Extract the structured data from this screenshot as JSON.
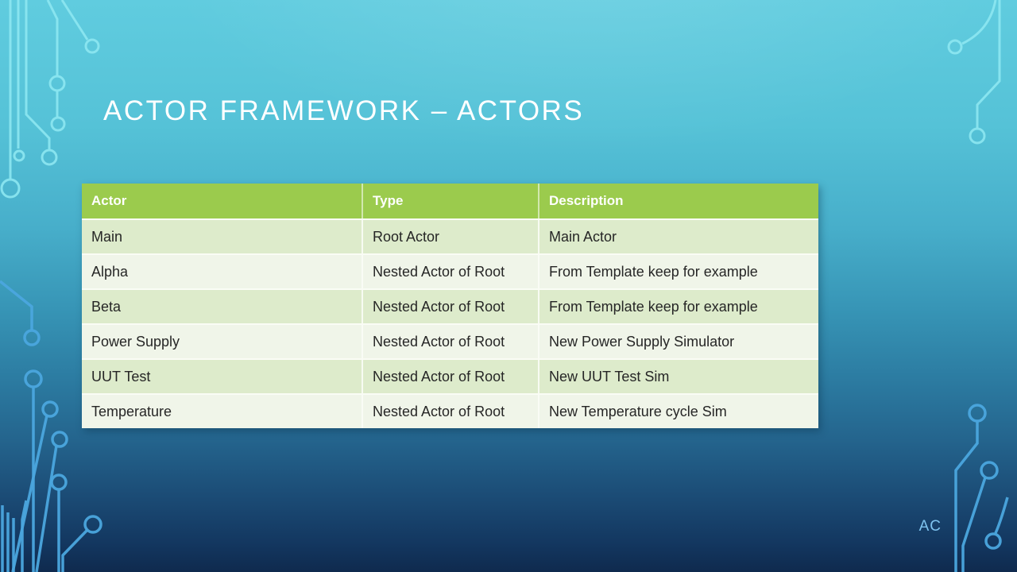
{
  "slide": {
    "title": "ACTOR FRAMEWORK – ACTORS",
    "footer": "AC"
  },
  "table": {
    "columns": [
      "Actor",
      "Type",
      "Description"
    ],
    "rows": [
      [
        "Main",
        "Root Actor",
        "Main Actor"
      ],
      [
        "Alpha",
        "Nested Actor of Root",
        "From Template keep for example"
      ],
      [
        "Beta",
        "Nested Actor of Root",
        "From Template keep for example"
      ],
      [
        "Power Supply",
        "Nested Actor of Root",
        "New Power Supply Simulator"
      ],
      [
        "UUT Test",
        "Nested Actor of Root",
        "New UUT Test Sim"
      ],
      [
        "Temperature",
        "Nested Actor of Root",
        "New Temperature cycle Sim"
      ]
    ]
  },
  "colors": {
    "background_top": "#60CCDF",
    "background_mid": "#2C7CA2",
    "background_bottom": "#0F2A4E",
    "table_header_bg": "#9BCB4D",
    "row_odd_bg": "#DDEBCB",
    "row_even_bg": "#F0F5E9",
    "circuit_trace_light": "#8DE7F1",
    "circuit_trace_mid": "#4BA7DE",
    "title_color": "#FFFFFF",
    "footer_color": "#7EC3EF"
  }
}
